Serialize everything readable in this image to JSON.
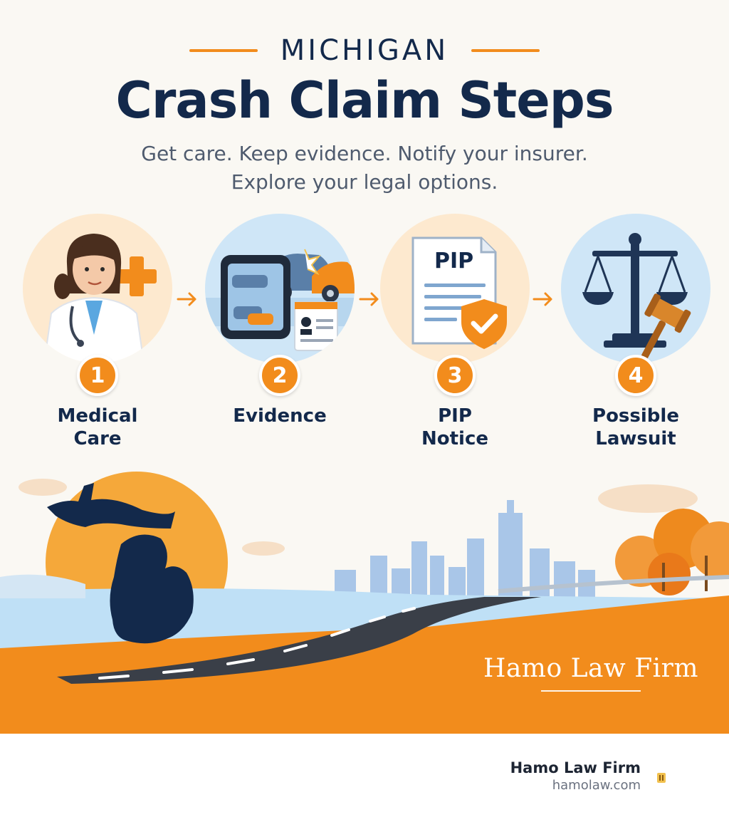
{
  "header": {
    "eyebrow": "MICHIGAN",
    "title": "Crash Claim Steps",
    "subtitle_line1": "Get care. Keep evidence. Notify your insurer.",
    "subtitle_line2": "Explore your legal options."
  },
  "steps": [
    {
      "number": "1",
      "label": "Medical\nCare",
      "icon": "doctor-icon"
    },
    {
      "number": "2",
      "label": "Evidence",
      "icon": "camera-evidence-icon"
    },
    {
      "number": "3",
      "label": "PIP\nNotice",
      "icon": "pip-document-icon",
      "doc_text": "PIP"
    },
    {
      "number": "4",
      "label": "Possible\nLawsuit",
      "icon": "scales-gavel-icon"
    }
  ],
  "banner": {
    "firm_name": "Hamo Law Firm"
  },
  "footer": {
    "firm_name": "Hamo Law Firm",
    "url": "hamolaw.com"
  },
  "colors": {
    "navy": "#13294b",
    "orange": "#f28c1c",
    "background": "#faf8f3",
    "sky_blue": "#cfe6f7",
    "subtitle_gray": "#4f5b6e"
  }
}
